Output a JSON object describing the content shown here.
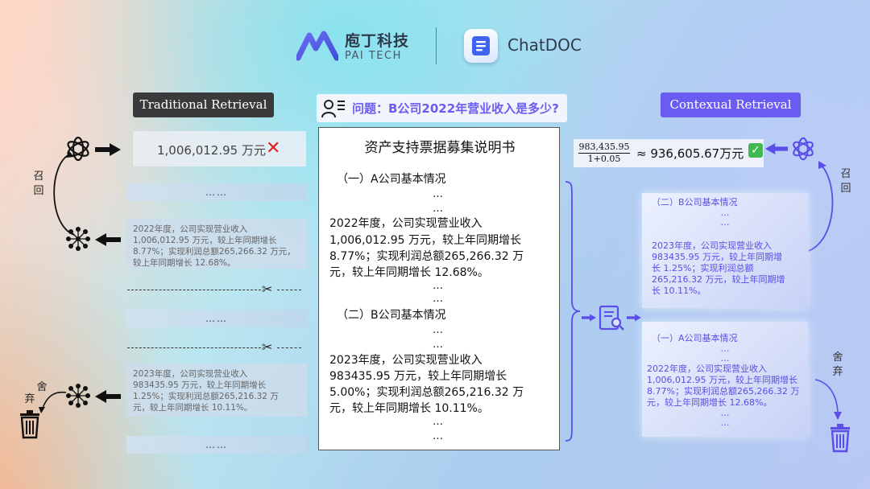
{
  "header": {
    "pai_name_cn": "庖丁科技",
    "pai_name_en": "PAI TECH",
    "chatdoc_name": "ChatDOC"
  },
  "left": {
    "title": "Traditional Retrieval",
    "answer": "1,006,012.95 万元",
    "recall_label": [
      "召",
      "回"
    ],
    "discard_label": [
      "舍",
      "弃"
    ],
    "ellipsis": "……",
    "chunk1": [
      "2022年度，公司实现营业收入",
      "1,006,012.95 万元，较上年同期增长",
      "8.77%；实现利润总额265,266.32 万元，",
      "较上年同期增长 12.68%。"
    ],
    "chunk2": [
      "2023年度，公司实现营业收入",
      "983435.95 万元，较上年同期增长",
      "1.25%；实现利润总额265,216.32 万",
      "元，较上年同期增长 10.11%。"
    ]
  },
  "question": {
    "text": "问题：B公司2022年营业收入是多少?"
  },
  "document": {
    "title": "资产支持票据募集说明书",
    "section_a": "（一）A公司基本情况",
    "section_b": "（二）B公司基本情况",
    "dots": "…",
    "para_a": [
      "2022年度，公司实现营业收入",
      "1,006,012.95 万元，较上年同期增长",
      "8.77%；实现利润总额265,266.32 万",
      "元，较上年同期增长 12.68%。"
    ],
    "para_b": [
      "2023年度，公司实现营业收入",
      "983435.95 万元，较上年同期增长",
      "5.00%；实现利润总额265,216.32 万",
      "元，较上年同期增长 10.11%。"
    ]
  },
  "right": {
    "title": "Contexual Retrieval",
    "frac_num": "983,435.95",
    "frac_den": "1+0.05",
    "approx": "≈ 936,605.67万元",
    "recall_label": [
      "召",
      "回"
    ],
    "discard_label": [
      "舍",
      "弃"
    ],
    "chunk_b": {
      "heading": "（二）B公司基本情况",
      "lines": [
        "2023年度，公司实现营业收入",
        "983435.95 万元，较上年同期增",
        "长 1.25%；实现利润总额",
        "265,216.32 万元，较上年同期增",
        "长 10.11%。"
      ]
    },
    "chunk_a": {
      "heading": "（一）A公司基本情况",
      "lines": [
        "2022年度，公司实现营业收入",
        "1,006,012.95 万元，较上年同期增长",
        "8.77%；实现利润总额265,266.32 万",
        "元，较上年同期增长 12.68%。"
      ]
    }
  },
  "colors": {
    "accent": "#6a5cf3",
    "error": "#e02020",
    "success": "#3fb950"
  }
}
